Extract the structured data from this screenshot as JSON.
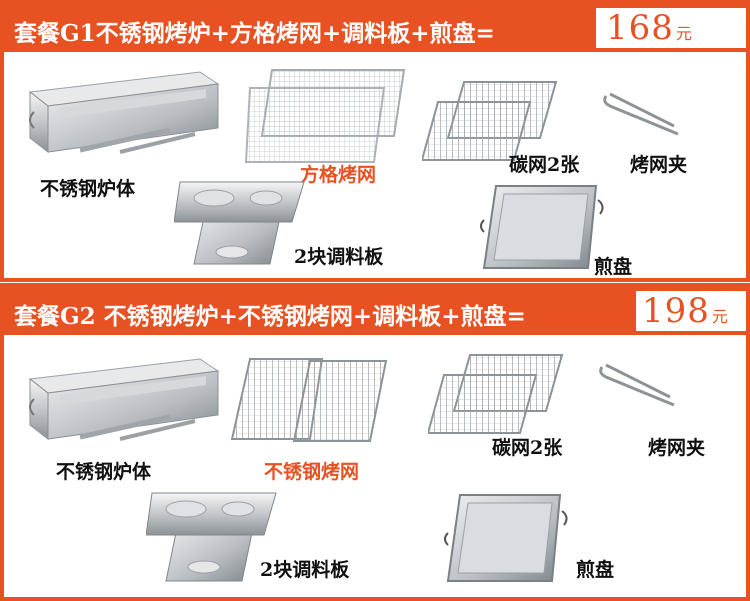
{
  "packages": [
    {
      "title": "套餐G1不锈钢烤炉+方格烤网+调料板+煎盘=",
      "price": "168",
      "unit": "元",
      "items": {
        "stove": "不锈钢炉体",
        "grill_net": "方格烤网",
        "carbon_net": "碳网2张",
        "clamp": "烤网夹",
        "seasoning_board": "2块调料板",
        "frying_pan": "煎盘"
      }
    },
    {
      "title": "套餐G2 不锈钢烤炉+不锈钢烤网+调料板+煎盘=",
      "price": "198",
      "unit": "元",
      "items": {
        "stove": "不锈钢炉体",
        "grill_net": "不锈钢烤网",
        "carbon_net": "碳网2张",
        "clamp": "烤网夹",
        "seasoning_board": "2块调料板",
        "frying_pan": "煎盘"
      }
    }
  ],
  "colors": {
    "accent": "#e85222",
    "steel": "#c9ccd0"
  }
}
